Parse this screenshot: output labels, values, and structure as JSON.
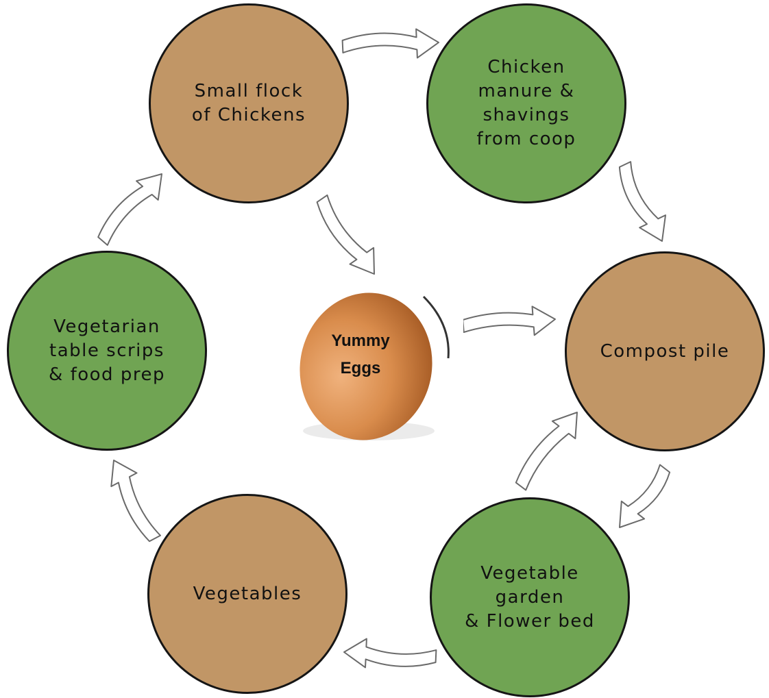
{
  "diagram": {
    "center": {
      "label": "Yummy\nEggs",
      "icon": "egg-icon"
    },
    "nodes": [
      {
        "id": "n1",
        "label": "Small flock\nof Chickens",
        "fill": "#c19666"
      },
      {
        "id": "n2",
        "label": "Chicken\nmanure &\nshavings\nfrom coop",
        "fill": "#70a453"
      },
      {
        "id": "n3",
        "label": "Compost pile",
        "fill": "#c19666"
      },
      {
        "id": "n4",
        "label": "Vegetable\ngarden\n& Flower bed",
        "fill": "#70a453"
      },
      {
        "id": "n5",
        "label": "Vegetables",
        "fill": "#c19666"
      },
      {
        "id": "n6",
        "label": "Vegetarian\ntable scrips\n& food prep",
        "fill": "#70a453"
      }
    ],
    "flows": [
      {
        "from": "n1",
        "to": "n2"
      },
      {
        "from": "n2",
        "to": "n3"
      },
      {
        "from": "n3",
        "to": "n4"
      },
      {
        "from": "n4",
        "to": "n3"
      },
      {
        "from": "n4",
        "to": "n5"
      },
      {
        "from": "n5",
        "to": "n6"
      },
      {
        "from": "n6",
        "to": "n1"
      },
      {
        "from": "n1",
        "to": "center"
      },
      {
        "from": "center",
        "to": "n3"
      }
    ],
    "colors": {
      "brown_node": "#c19666",
      "green_node": "#70a453",
      "outline": "#151515",
      "egg": "#d98c4c"
    }
  }
}
